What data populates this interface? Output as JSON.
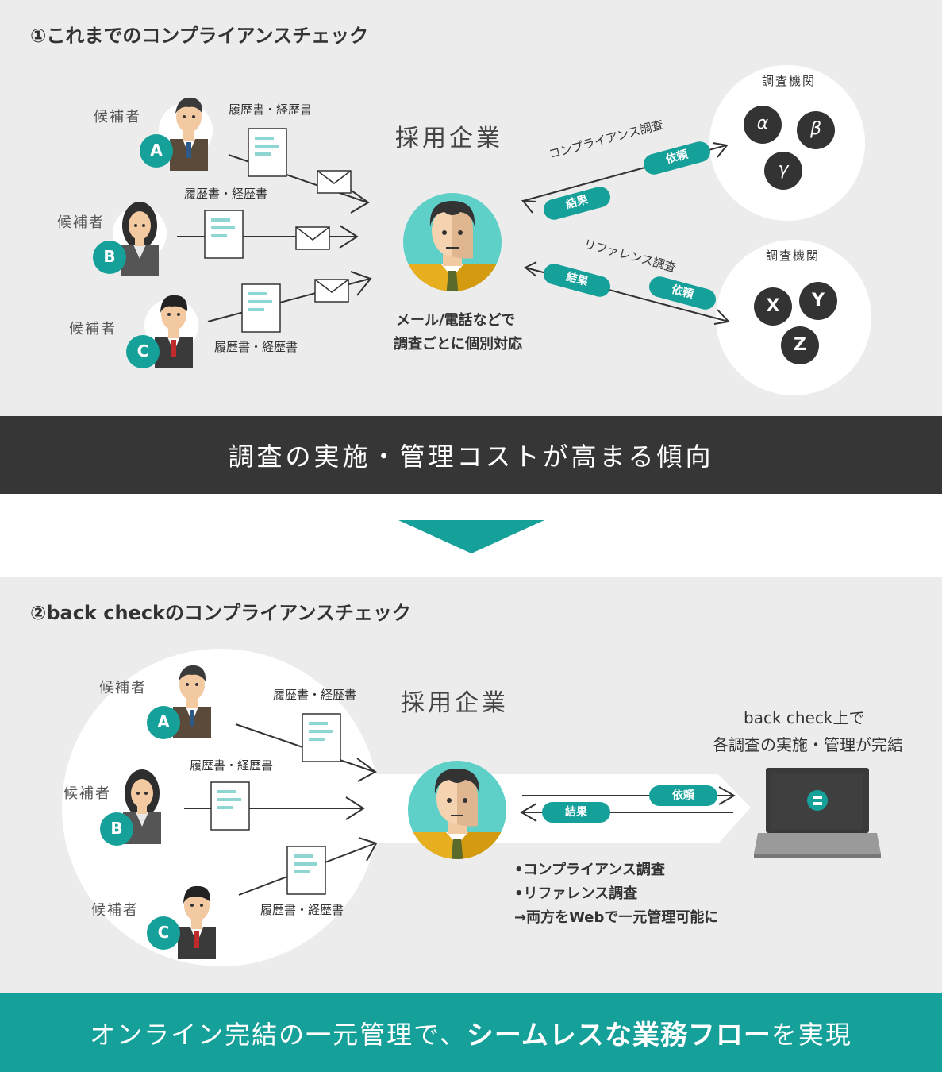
{
  "section1": {
    "title": "①これまでのコンプライアンスチェック",
    "candidate_label": "候補者",
    "resume_label": "履歴書・経歴書",
    "company_label": "採用企業",
    "agency_label": "調査機関",
    "compliance_label": "コンプライアンス調査",
    "reference_label": "リファレンス調査",
    "request_label": "依頼",
    "result_label": "結果",
    "note_line1": "メール/電話などで",
    "note_line2": "調査ごとに個別対応",
    "candidates": [
      "A",
      "B",
      "C"
    ],
    "agency1_members": [
      "α",
      "β",
      "γ"
    ],
    "agency2_members": [
      "X",
      "Y",
      "Z"
    ]
  },
  "banner1": "調査の実施・管理コストが高まる傾向",
  "section2": {
    "title": "②back checkのコンプライアンスチェック",
    "candidate_label": "候補者",
    "resume_label": "履歴書・経歴書",
    "company_label": "採用企業",
    "request_label": "依頼",
    "result_label": "結果",
    "system_line1": "back check上で",
    "system_line2": "各調査の実施・管理が完結",
    "bullets": [
      "•コンプライアンス調査",
      "•リファレンス調査",
      "→両方をWebで一元管理可能に"
    ],
    "candidates": [
      "A",
      "B",
      "C"
    ]
  },
  "banner2": {
    "prefix": "オンライン完結の一元管理で、",
    "emphasis": "シームレスな業務フロー",
    "suffix": "を実現"
  },
  "colors": {
    "teal": "#16a09a",
    "dark": "#363636",
    "panel": "#ececec"
  }
}
